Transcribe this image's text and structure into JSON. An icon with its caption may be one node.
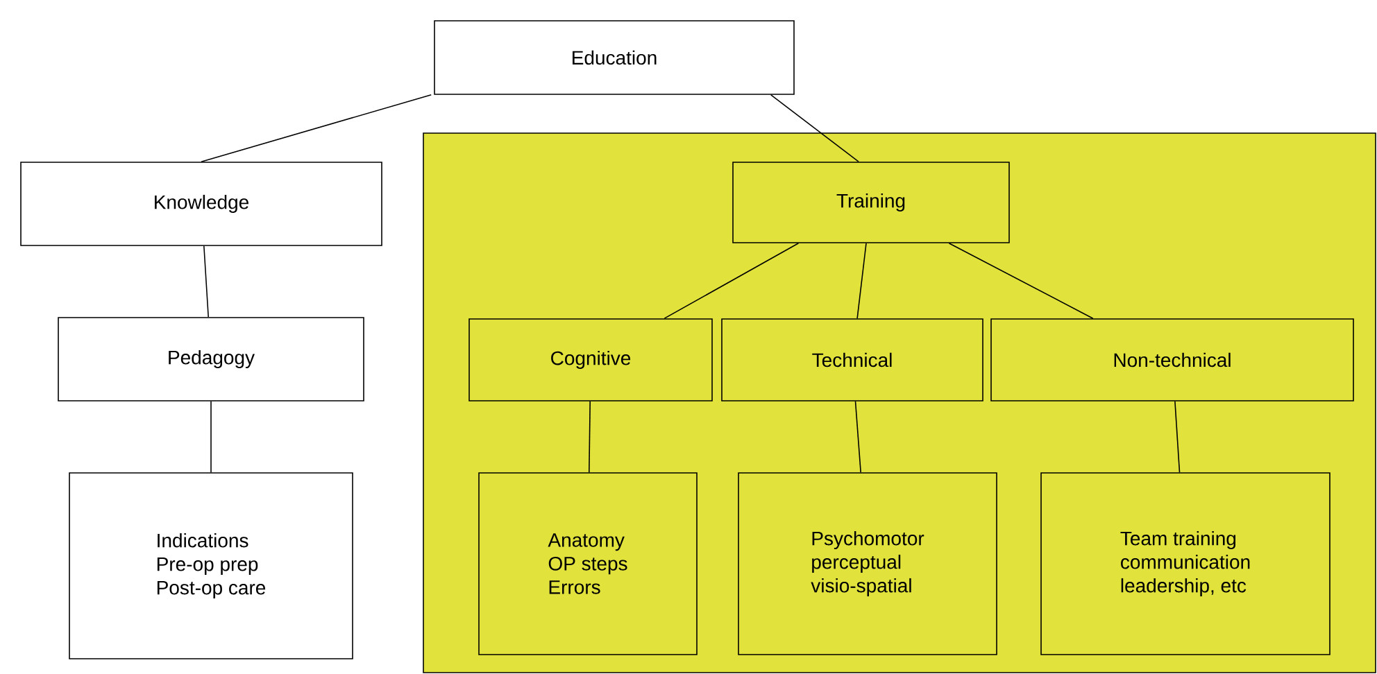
{
  "diagram": {
    "nodes": [
      {
        "text": [
          "Education"
        ]
      },
      {
        "text": [
          "Knowledge"
        ]
      },
      {
        "text": [
          "Pedagogy"
        ]
      },
      {
        "text": [
          "Indications",
          "Pre-op prep",
          "Post-op care"
        ]
      },
      {
        "text": [],
        "shape": "box"
      },
      {
        "text": [
          "Training"
        ],
        "in": 4
      },
      {
        "text": [
          "Cognitive"
        ],
        "in": 4
      },
      {
        "text": [
          "Technical"
        ],
        "in": 4
      },
      {
        "text": [
          "Non-technical"
        ],
        "in": 4
      },
      {
        "text": [
          "Anatomy",
          "OP steps",
          "Errors"
        ],
        "in": 4
      },
      {
        "text": [
          "Psychomotor",
          "perceptual",
          "visio-spatial"
        ],
        "in": 4
      },
      {
        "text": [
          "Team training",
          "communication",
          "leadership, etc"
        ],
        "in": 4
      }
    ],
    "edges": [
      {
        "from": 0,
        "to": 1,
        "arrow": "none"
      },
      {
        "from": 0,
        "to": 5,
        "arrow": "none"
      },
      {
        "from": 1,
        "to": 2,
        "arrow": "none"
      },
      {
        "from": 2,
        "to": 3,
        "arrow": "none"
      },
      {
        "from": 5,
        "to": 6,
        "arrow": "none"
      },
      {
        "from": 5,
        "to": 7,
        "arrow": "none"
      },
      {
        "from": 5,
        "to": 8,
        "arrow": "none"
      },
      {
        "from": 6,
        "to": 9,
        "arrow": "none"
      },
      {
        "from": 7,
        "to": 10,
        "arrow": "none"
      },
      {
        "from": 8,
        "to": 11,
        "arrow": "none"
      }
    ]
  }
}
